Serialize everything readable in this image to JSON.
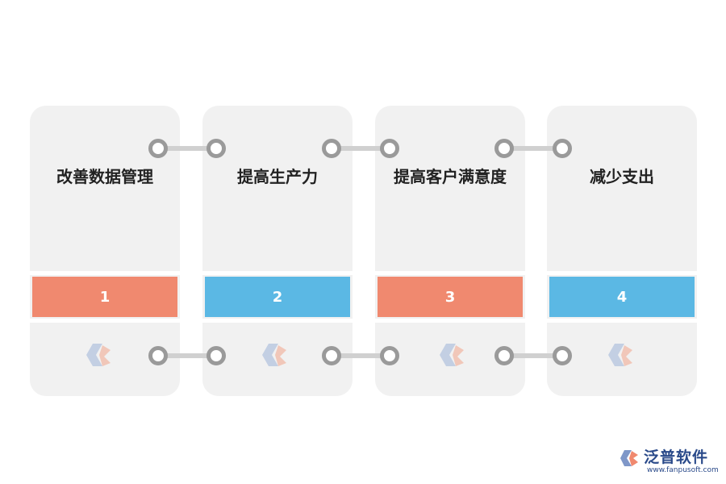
{
  "steps": [
    {
      "title": "改善数据管理",
      "number": "1",
      "color": "#f0896f"
    },
    {
      "title": "提高生产力",
      "number": "2",
      "color": "#5bb8e4"
    },
    {
      "title": "提高客户满意度",
      "number": "3",
      "color": "#f0896f"
    },
    {
      "title": "减少支出",
      "number": "4",
      "color": "#5bb8e4"
    }
  ],
  "brand": {
    "name": "泛普软件",
    "url": "www.fanpusoft.com",
    "color": "#2a4a8a"
  },
  "icons": {
    "card_logo": "fanpu-logo-icon",
    "connector_dot": "ring-icon"
  }
}
